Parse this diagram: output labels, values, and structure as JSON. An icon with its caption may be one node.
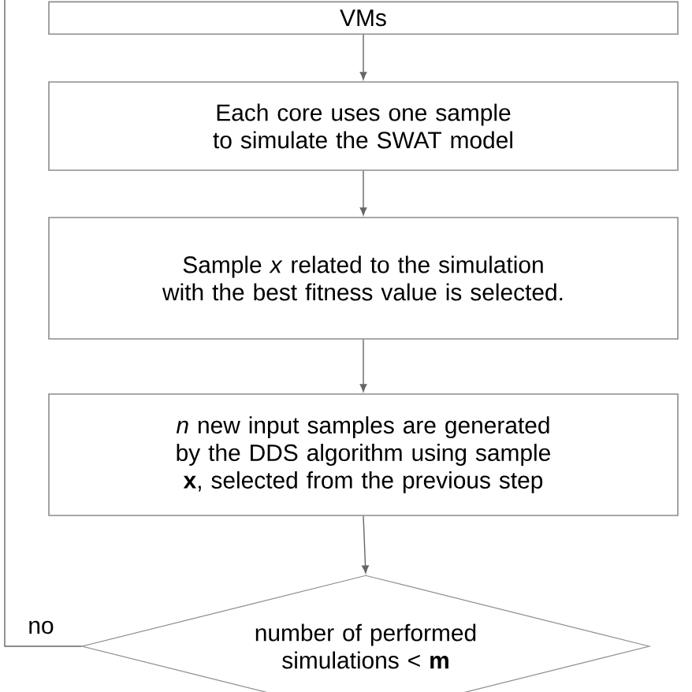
{
  "diagram": {
    "nodes": [
      {
        "text": [
          "VMs"
        ]
      },
      {
        "text": [
          "Each core uses one sample to simulate the SWAT model"
        ]
      },
      {
        "text": [
          "Sample *x* related to the simulation with the best fitness value is selected."
        ]
      },
      {
        "text": [
          "*n* new input samples are generated by the DDS algorithm using sample **x**, selected from the previous step"
        ]
      },
      {
        "text": [
          "number of performed simulations < **m**"
        ]
      }
    ],
    "edges": [
      {
        "from": 0,
        "to": 1,
        "arrow": "to"
      },
      {
        "from": 1,
        "to": 2,
        "arrow": "to"
      },
      {
        "from": 2,
        "to": 3,
        "arrow": "to"
      },
      {
        "from": 3,
        "to": 4,
        "arrow": "to"
      },
      {
        "from": 4,
        "to": null,
        "arrow": "none",
        "label": "no"
      }
    ]
  }
}
